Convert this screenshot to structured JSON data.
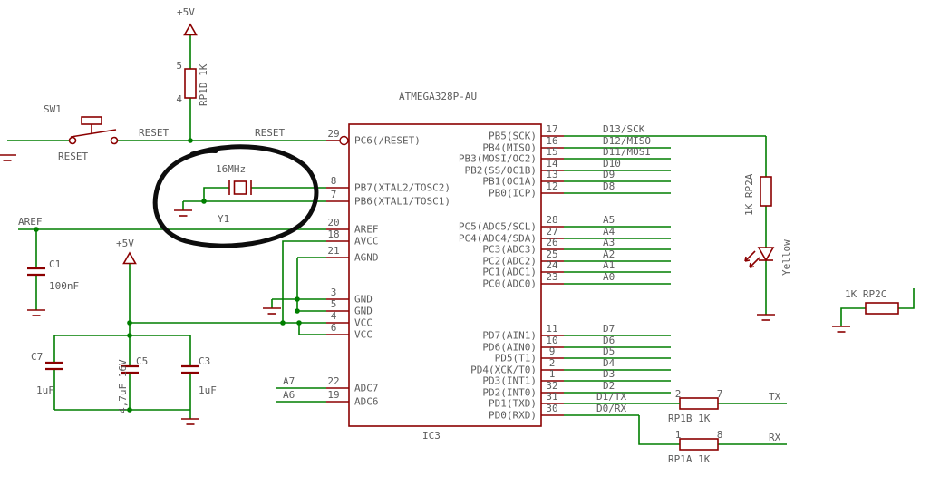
{
  "colors": {
    "wire": "#007f00",
    "symbol": "#8b0000",
    "text": "#5c5c5c",
    "annotation": "#0d0d0d"
  },
  "ic": {
    "title": "ATMEGA328P-AU",
    "refdes": "IC3",
    "left_pins": [
      {
        "num": "29",
        "name": "PC6(/RESET)"
      },
      {
        "num": "8",
        "name": "PB7(XTAL2/TOSC2)"
      },
      {
        "num": "7",
        "name": "PB6(XTAL1/TOSC1)"
      },
      {
        "num": "20",
        "name": "AREF"
      },
      {
        "num": "18",
        "name": "AVCC"
      },
      {
        "num": "21",
        "name": "AGND"
      },
      {
        "num": "3",
        "name": "GND"
      },
      {
        "num": "5",
        "name": "GND"
      },
      {
        "num": "4",
        "name": "VCC"
      },
      {
        "num": "6",
        "name": "VCC"
      },
      {
        "num": "22",
        "name": "ADC7"
      },
      {
        "num": "19",
        "name": "ADC6"
      }
    ],
    "right_pins": [
      {
        "num": "17",
        "name": "PB5(SCK)",
        "net": "D13/SCK"
      },
      {
        "num": "16",
        "name": "PB4(MISO)",
        "net": "D12/MISO"
      },
      {
        "num": "15",
        "name": "PB3(MOSI/OC2)",
        "net": "D11/MOSI"
      },
      {
        "num": "14",
        "name": "PB2(SS/OC1B)",
        "net": "D10"
      },
      {
        "num": "13",
        "name": "PB1(OC1A)",
        "net": "D9"
      },
      {
        "num": "12",
        "name": "PB0(ICP)",
        "net": "D8"
      },
      {
        "num": "28",
        "name": "PC5(ADC5/SCL)",
        "net": "A5"
      },
      {
        "num": "27",
        "name": "PC4(ADC4/SDA)",
        "net": "A4"
      },
      {
        "num": "26",
        "name": "PC3(ADC3)",
        "net": "A3"
      },
      {
        "num": "25",
        "name": "PC2(ADC2)",
        "net": "A2"
      },
      {
        "num": "24",
        "name": "PC1(ADC1)",
        "net": "A1"
      },
      {
        "num": "23",
        "name": "PC0(ADC0)",
        "net": "A0"
      },
      {
        "num": "11",
        "name": "PD7(AIN1)",
        "net": "D7"
      },
      {
        "num": "10",
        "name": "PD6(AIN0)",
        "net": "D6"
      },
      {
        "num": "9",
        "name": "PD5(T1)",
        "net": "D5"
      },
      {
        "num": "2",
        "name": "PD4(XCK/T0)",
        "net": "D4"
      },
      {
        "num": "1",
        "name": "PD3(INT1)",
        "net": "D3"
      },
      {
        "num": "32",
        "name": "PD2(INT0)",
        "net": "D2"
      },
      {
        "num": "31",
        "name": "PD1(TXD)",
        "net": "D1/TX"
      },
      {
        "num": "30",
        "name": "PD0(RXD)",
        "net": "D0/RX"
      }
    ]
  },
  "reset_circuit": {
    "switch_name": "SW1",
    "switch_value": "RESET",
    "net_label_1": "RESET",
    "net_label_2": "RESET",
    "supply_label": "+5V",
    "pullup_label": "RP1D 1K",
    "pullup_pin_top": "5",
    "pullup_pin_bottom": "4"
  },
  "crystal": {
    "frequency": "16MHz",
    "refdes": "Y1"
  },
  "analog": {
    "aref_label": "AREF",
    "c1_name": "C1",
    "c1_value": "100nF",
    "a7_label": "A7",
    "a6_label": "A6"
  },
  "power": {
    "supply_label": "+5V",
    "c7_name": "C7",
    "c7_value": "1uF",
    "c5_name": "C5",
    "c5_value": "4,7uF 16V",
    "c3_name": "C3",
    "c3_value": "1uF"
  },
  "led_circuit": {
    "resistor_label": "1K RP2A",
    "led_color": "Yellow"
  },
  "rp2c": {
    "label": "1K RP2C"
  },
  "serial": {
    "tx_resistor_label": "RP1B 1K",
    "tx_pin_left": "2",
    "tx_pin_right": "7",
    "tx_net": "TX",
    "rx_resistor_label": "RP1A 1K",
    "rx_pin_left": "1",
    "rx_pin_right": "8",
    "rx_net": "RX"
  },
  "annotation": {
    "description": "hand-drawn circle highlighting the 16MHz crystal Y1",
    "color": "#0d0d0d"
  }
}
